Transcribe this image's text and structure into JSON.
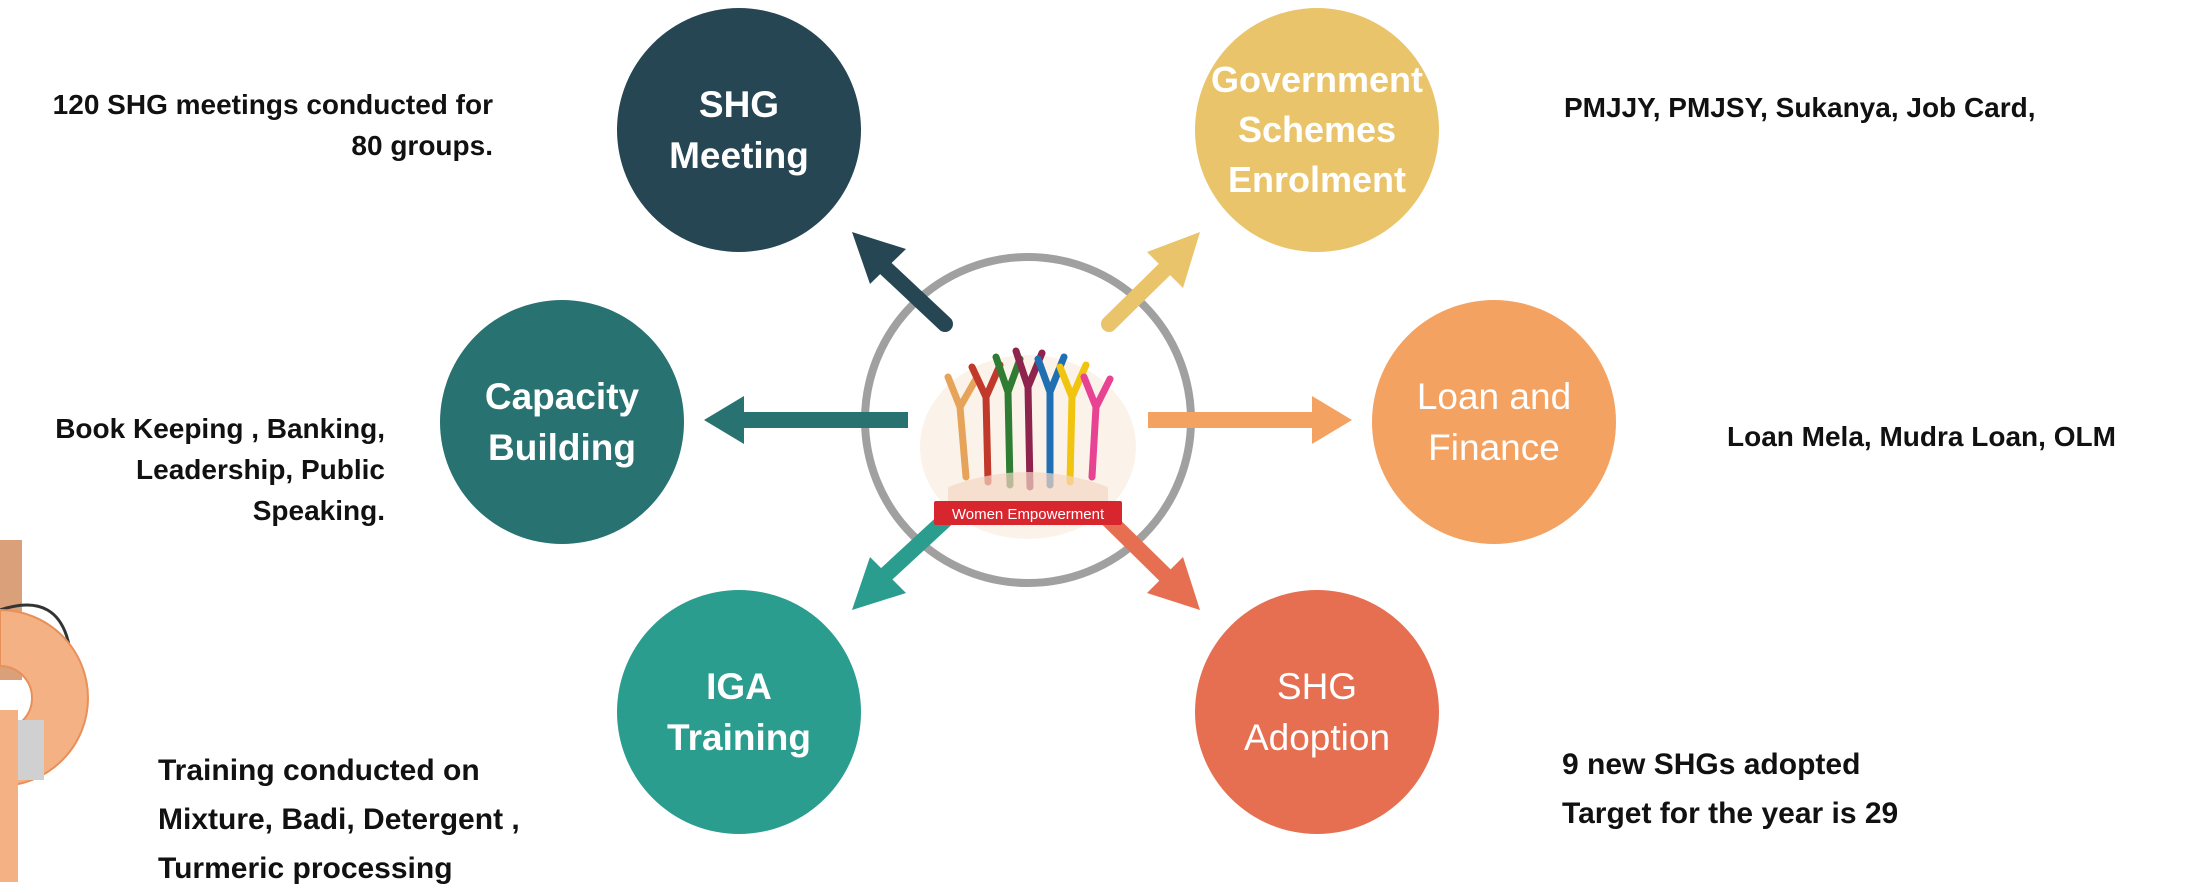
{
  "center": {
    "logo_caption": "Women Empowerment"
  },
  "nodes": {
    "shg_meeting": {
      "line1": "SHG",
      "line2": "Meeting",
      "color": "#264653"
    },
    "gov_schemes": {
      "line1": "Government",
      "line2": "Schemes",
      "line3": "Enrolment",
      "color": "#e9c46a"
    },
    "capacity": {
      "line1": "Capacity",
      "line2": "Building",
      "color": "#287271"
    },
    "loan": {
      "line1": "Loan and",
      "line2": "Finance",
      "color": "#f4a261"
    },
    "iga": {
      "line1": "IGA",
      "line2": "Training",
      "color": "#2a9d8f"
    },
    "adoption": {
      "line1": "SHG",
      "line2": "Adoption",
      "color": "#e76f51"
    }
  },
  "notes": {
    "shg_meeting": {
      "line1": "120 SHG meetings conducted for",
      "line2": "80 groups."
    },
    "gov_schemes": {
      "line1": "PMJJY, PMJSY, Sukanya, Job Card,"
    },
    "capacity": {
      "line1": "Book Keeping , Banking,",
      "line2": "Leadership, Public Speaking."
    },
    "loan": {
      "line1": "Loan Mela, Mudra Loan, OLM"
    },
    "iga": {
      "line1": "Training conducted  on",
      "line2": "Mixture, Badi, Detergent ,",
      "line3": "Turmeric processing"
    },
    "adoption": {
      "line1": "9 new SHGs adopted",
      "line2": "Target for the year is  29"
    }
  }
}
